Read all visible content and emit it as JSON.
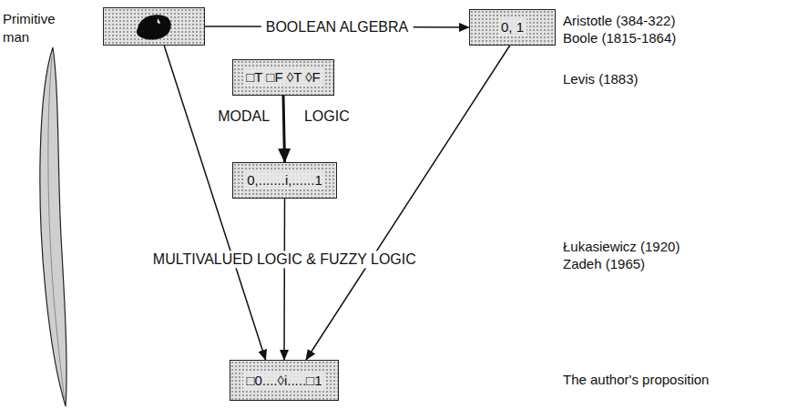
{
  "diagram": {
    "nodes": [
      {
        "text": [
          "Primitive man"
        ]
      },
      {
        "text": [
          "0, 1"
        ]
      },
      {
        "text": [
          "□T □F ◊T ◊F"
        ]
      },
      {
        "text": [
          "0,.......i,......1"
        ]
      },
      {
        "text": [
          "□0....◊i.....□1"
        ]
      }
    ],
    "edges": [
      {
        "from": 0,
        "to": 1,
        "label": "BOOLEAN ALGEBRA",
        "arrow": "to"
      },
      {
        "from": 2,
        "to": 3,
        "label": "MODAL LOGIC",
        "arrow": "to"
      },
      {
        "from": 0,
        "to": 4,
        "arrow": "to"
      },
      {
        "from": 1,
        "to": 4,
        "arrow": "to"
      },
      {
        "from": 3,
        "to": 4,
        "label": "MULTIVALUED LOGIC & FUZZY LOGIC",
        "arrow": "to"
      }
    ],
    "labels": [
      "Aristotle (384-322)",
      "Boole (1815-1864)",
      "Levis (1883)",
      "Łukasiewicz (1920)",
      "Zadeh (1965)",
      "The author's proposition"
    ]
  }
}
